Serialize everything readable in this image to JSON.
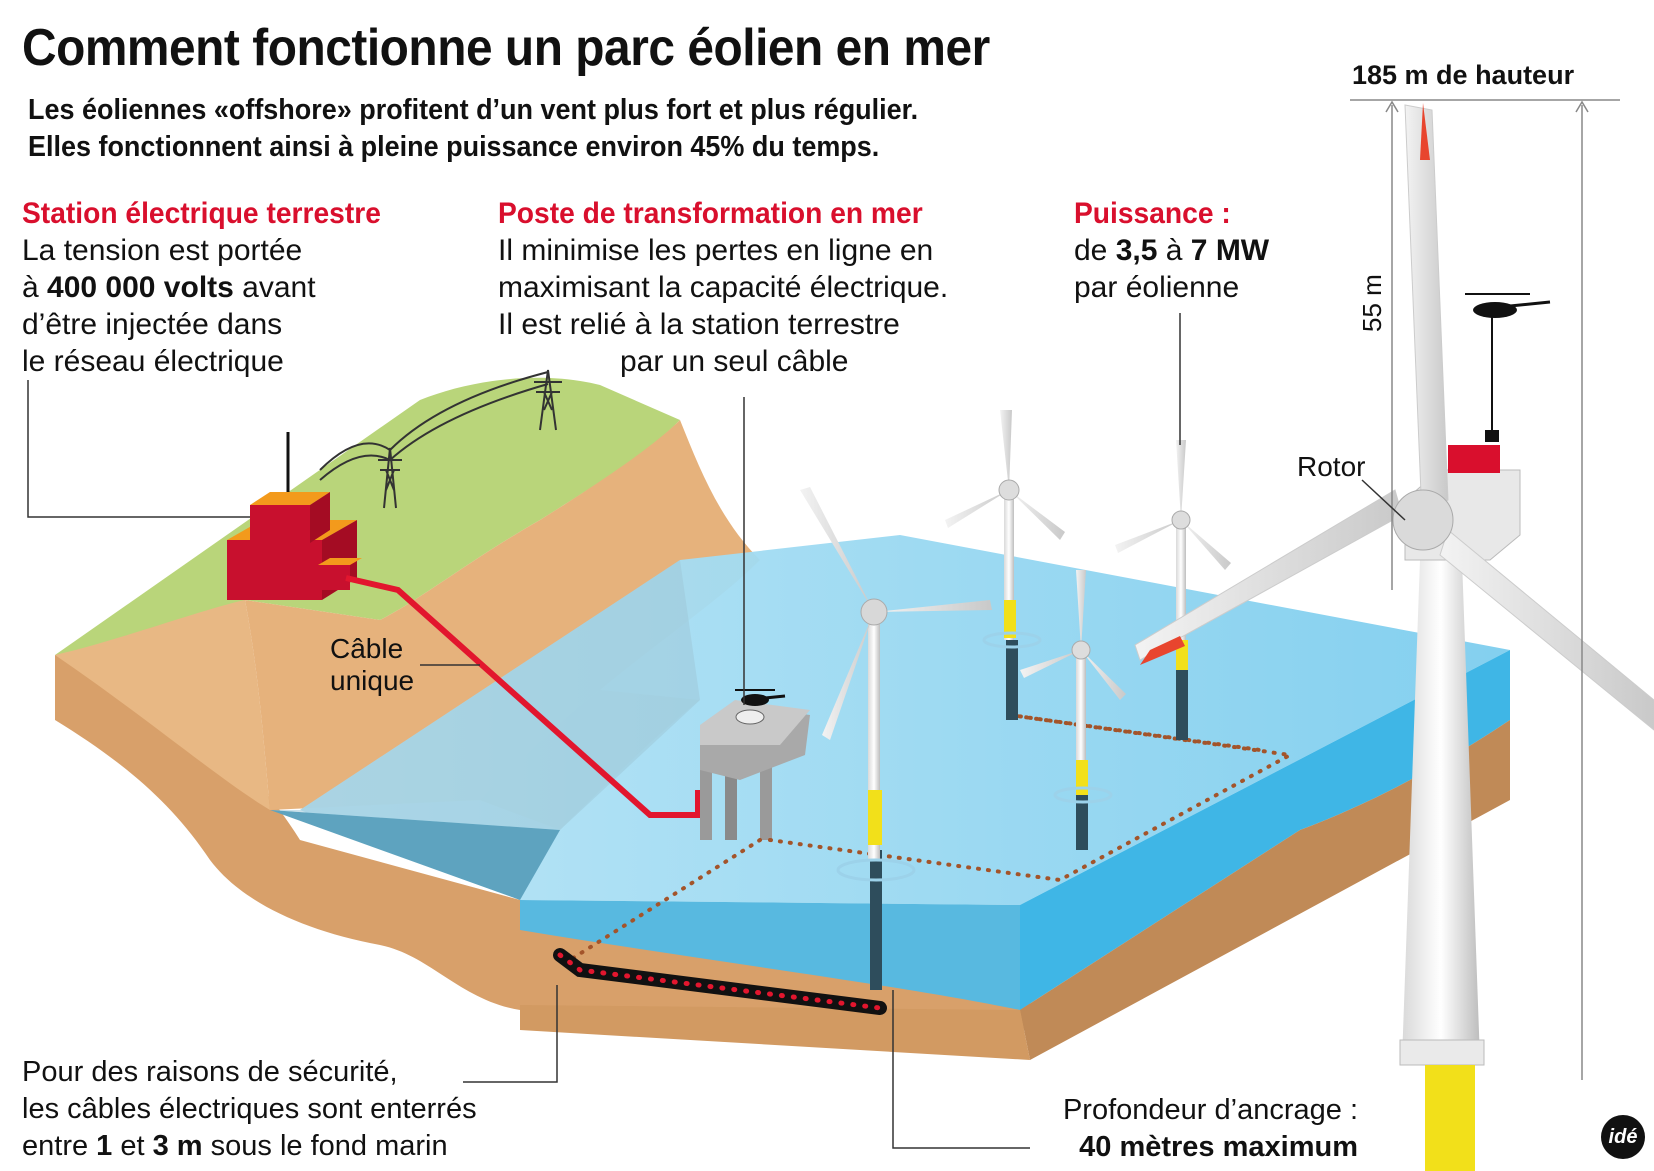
{
  "header": {
    "title": "Comment fonctionne un parc éolien en mer",
    "subtitle_line1": "Les éoliennes «offshore» profitent d’un vent plus fort et plus régulier.",
    "subtitle_line2": "Elles fonctionnent ainsi à pleine puissance environ 45% du temps."
  },
  "station": {
    "heading": "Station électrique terrestre",
    "line1": "La tension est portée",
    "line2_pre": "à ",
    "line2_bold": "400 000 volts",
    "line2_post": " avant",
    "line3": "d’être injectée dans",
    "line4": "le réseau électrique"
  },
  "poste": {
    "heading": "Poste de transformation en mer",
    "line1": "Il minimise les pertes en ligne en",
    "line2": "maximisant la capacité électrique.",
    "line3": "Il est relié à la station terrestre",
    "line4": "par un seul câble"
  },
  "puissance": {
    "heading": "Puissance :",
    "line1_pre": "de ",
    "line1_bold1": "3,5",
    "line1_mid": " à ",
    "line1_bold2": "7 MW",
    "line2": "par éolienne"
  },
  "labels": {
    "height": "185 m de hauteur",
    "blade": "55 m",
    "rotor": "Rotor",
    "cable_line1": "Câble",
    "cable_line2": "unique"
  },
  "securite": {
    "line1": "Pour des raisons de sécurité,",
    "line2": "les câbles électriques sont enterrés",
    "line3_pre": "entre ",
    "line3_b1": "1",
    "line3_mid": " et ",
    "line3_b2": "3 m",
    "line3_post": " sous le fond marin"
  },
  "profondeur": {
    "line1": "Profondeur d’ancrage :",
    "line2": "40 mètres maximum"
  },
  "logo": {
    "text": "idé"
  },
  "colors": {
    "accent_red": "#d90f2d",
    "sea_light": "#8fd3ef",
    "sea_deep": "#3fb6e6",
    "grass": "#b9d57a",
    "soil": "#dca672",
    "cable": "#e2162e",
    "mast_yellow": "#f2e01a"
  },
  "icons": [
    "helicopter-icon",
    "pylon-icon",
    "turbine-icon",
    "substation-icon",
    "logo-icon"
  ]
}
